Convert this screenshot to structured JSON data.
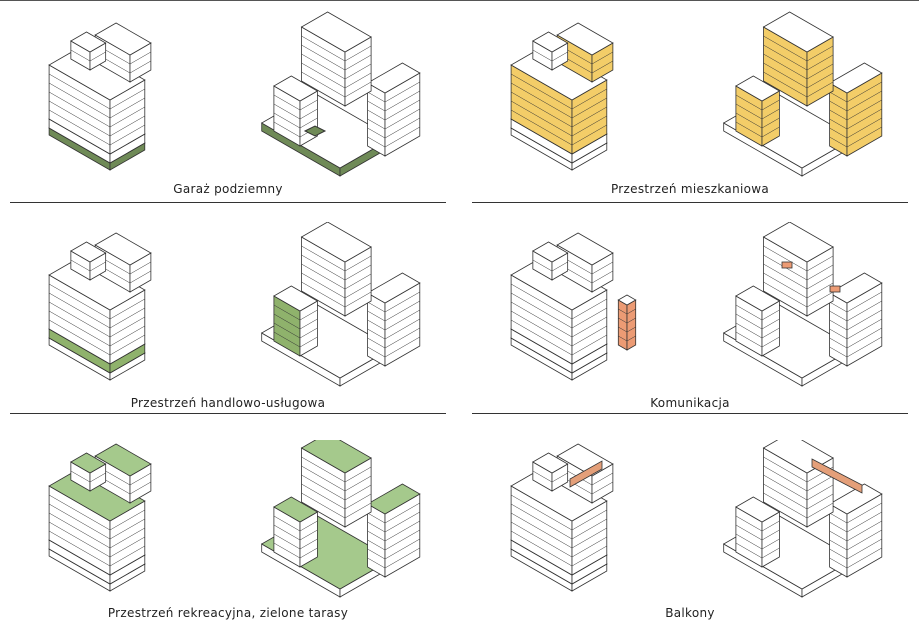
{
  "panels": [
    {
      "caption": "Garaż podziemny",
      "highlight": "garage",
      "color": "#6f8a57"
    },
    {
      "caption": "Przestrzeń mieszkaniowa",
      "highlight": "residential",
      "color": "#f3cd68"
    },
    {
      "caption": "Przestrzeń handlowo-usługowa",
      "highlight": "retail",
      "color": "#8fb26c"
    },
    {
      "caption": "Komunikacja",
      "highlight": "communication",
      "color": "#ec9b74"
    },
    {
      "caption": "Przestrzeń rekreacyjna, zielone tarasy",
      "highlight": "green-roofs",
      "color": "#a5c98c"
    },
    {
      "caption": "Balkony",
      "highlight": "balconies",
      "color": "#e49f79"
    }
  ]
}
